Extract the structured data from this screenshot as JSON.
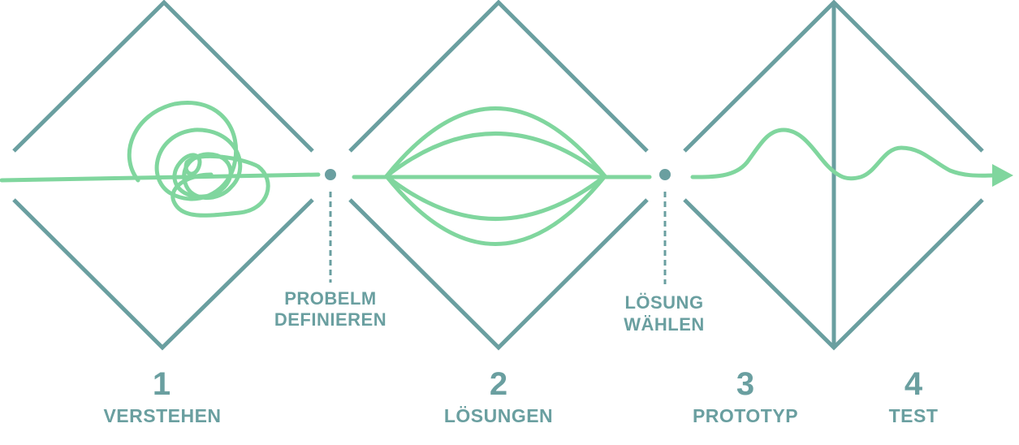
{
  "colors": {
    "diamond": "#6a9fa0",
    "flow": "#80d69e",
    "label": "#6a9fa0"
  },
  "milestones": [
    {
      "line1": "PROBELM",
      "line2": "DEFINIEREN"
    },
    {
      "line1": "LÖSUNG",
      "line2": "WÄHLEN"
    }
  ],
  "phases": [
    {
      "number": "1",
      "name": "VERSTEHEN"
    },
    {
      "number": "2",
      "name": "LÖSUNGEN"
    },
    {
      "number": "3",
      "name": "PROTOTYP"
    },
    {
      "number": "4",
      "name": "TEST"
    }
  ]
}
